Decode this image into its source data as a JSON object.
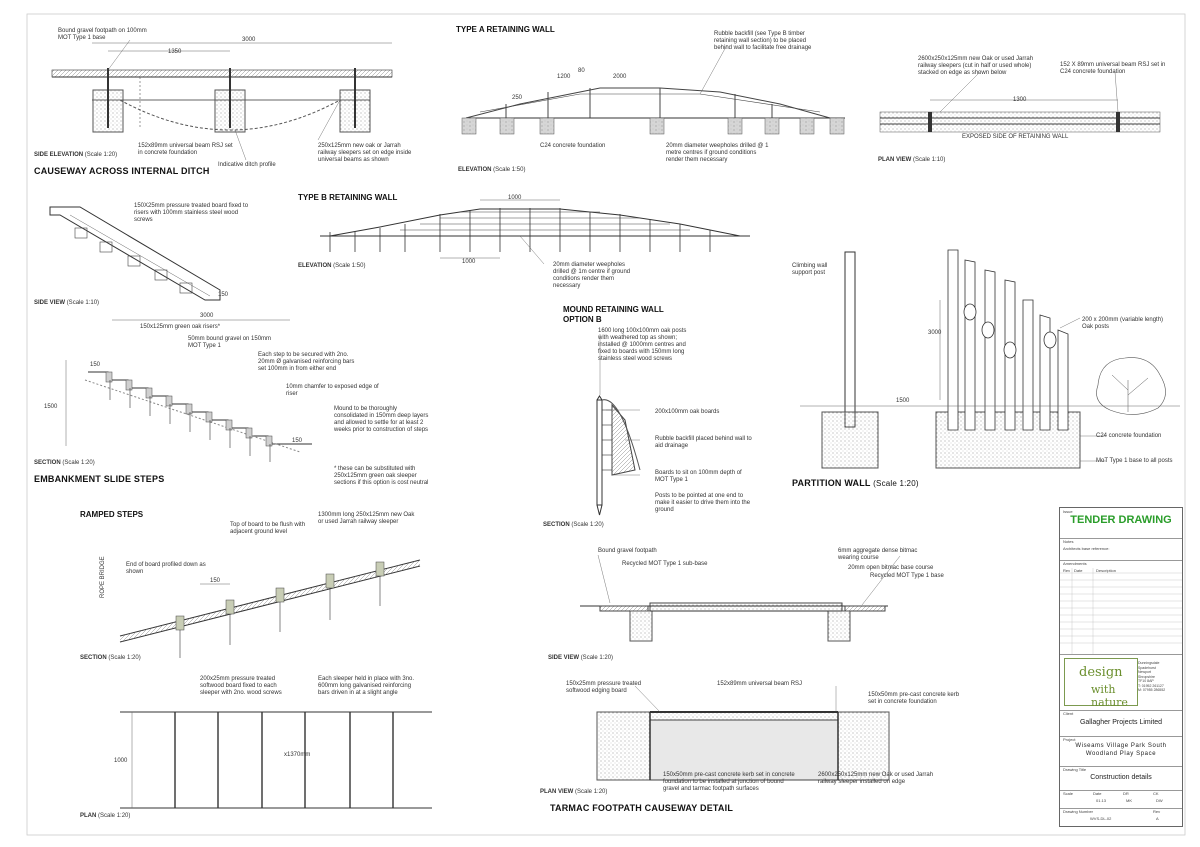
{
  "causeway": {
    "note_top": "Bound gravel footpath on 100mm\nMOT Type 1 base",
    "note_rsj": "152x89mm universal beam RSJ set\nin concrete foundation",
    "note_sleepers": "250x125mm new oak or Jarrah\nrailway sleepers set on edge inside\nuniversal beams as shown",
    "note_ditch": "Indicative ditch profile",
    "caption": "SIDE ELEVATION",
    "scale": "(Scale 1:20)",
    "title": "CAUSEWAY ACROSS INTERNAL DITCH",
    "dims": [
      "1350",
      "3000"
    ]
  },
  "type_a": {
    "title": "TYPE A RETAINING WALL",
    "note_rubble": "Rubble backfill (see Type B timber\nretaining wall section) to be placed\nbehind wall to facilitate free drainage",
    "note_concrete": "C24 concrete foundation",
    "note_weepholes": "20mm diameter weepholes drilled @ 1\nmetre centres if ground conditions\nrender them necessary",
    "caption": "ELEVATION",
    "scale": "(Scale 1:50)",
    "dims": [
      "1200",
      "80",
      "2000",
      "250"
    ]
  },
  "plan_view": {
    "note_sleepers": "2600x250x125mm new Oak or used Jarrah\nrailway sleepers (cut in half or used whole)\nstacked on edge as shown below",
    "note_rsj": "152 X 89mm universal beam RSJ set in\nC24 concrete foundation",
    "exposed": "EXPOSED SIDE OF RETAINING WALL",
    "caption": "PLAN VIEW",
    "scale": "(Scale 1:10)",
    "dims": [
      "1300"
    ]
  },
  "side_view": {
    "note": "150X25mm pressure treated board fixed to\nrisers with 100mm stainless steel wood\nscrews",
    "caption": "SIDE VIEW",
    "scale": "(Scale 1:10)",
    "dims": [
      "150"
    ]
  },
  "type_b": {
    "title": "TYPE B RETAINING WALL",
    "note": "20mm diameter weepholes\ndrilled @ 1m centre if ground\nconditions render them\nnecessary",
    "caption": "ELEVATION",
    "scale": "(Scale 1:50)",
    "dims": [
      "1000",
      "1000"
    ]
  },
  "steps": {
    "note_risers": "150x125mm green oak risers*",
    "note_gravel": "50mm bound gravel on 150mm\nMOT Type 1",
    "note_step": "Each step to be secured with 2no.\n20mm Ø galvanised reinforcing bars\nset 100mm in from either end",
    "note_chamfer": "10mm chamfer to exposed edge of\nriser",
    "note_mound": "Mound to be thoroughly\nconsolidated in 150mm deep layers\nand allowed to settle for at least 2\nweeks prior to construction of steps",
    "note_sub": "* these can be substituted with\n250x125mm green oak sleeper\nsections if this option is cost neutral",
    "caption": "SECTION",
    "scale": "(Scale 1:20)",
    "title": "EMBANKMENT SLIDE STEPS",
    "dims": [
      "3000",
      "1500",
      "150",
      "150"
    ]
  },
  "mound": {
    "title": "MOUND RETAINING WALL\nOPTION B",
    "note_posts": "1600 long 100x100mm oak posts\nwith weathered top as shown;\ninstalled @ 1000mm centres and\nfixed to boards with 150mm long\nstainless steel wood screws",
    "note_boards": "200x100mm oak boards",
    "note_rubble": "Rubble backfill placed behind wall to\naid drainage",
    "note_boards2": "Boards to sit on 100mm depth of\nMOT Type 1",
    "note_posts2": "Posts to be pointed at one end to\nmake it easier to drive them into the\nground",
    "caption": "SECTION",
    "scale": "(Scale 1:20)"
  },
  "partition": {
    "note_climb": "Climbing wall\nsupport post",
    "note_oak": "200 x 200mm (variable length)\nOak posts",
    "note_concrete": "C24 concrete foundation",
    "note_mot": "MoT Type 1 base to all posts",
    "title": "PARTITION WALL",
    "scale": "(Scale 1:20)",
    "dims": [
      "3000",
      "1500"
    ]
  },
  "ramped": {
    "title": "RAMPED STEPS",
    "note_top": "Top of board to be flush with\nadjacent ground level",
    "note_oak": "1300mm long 250x125mm new Oak\nor used Jarrah railway sleeper",
    "note_end": "End of board profiled down as\nshown",
    "rope": "ROPE BRIDGE",
    "caption": "SECTION",
    "scale": "(Scale 1:20)",
    "dims": [
      "150"
    ]
  },
  "plan": {
    "note_board": "200x25mm pressure treated\nsoftwood board fixed to each\nsleeper with 2no. wood screws",
    "note_sleeper": "Each sleeper held in place with 3no.\n600mm long galvanised reinforcing\nbars driven in at a slight angle",
    "caption": "PLAN",
    "scale": "(Scale 1:20)",
    "dims": [
      "1000",
      "x1370mm"
    ]
  },
  "tarmac": {
    "note_gravel": "Bound gravel footpath",
    "note_mot": "Recycled MOT Type 1 sub-base",
    "note_agg": "6mm aggregate dense bitmac\nwearing course",
    "note_base": "20mm open bitmac base course",
    "note_mot2": "Recycled MOT Type 1 base",
    "side_caption": "SIDE VIEW",
    "side_scale": "(Scale 1:20)",
    "note_edging": "150x25mm pressure treated\nsoftwood edging board",
    "note_rsj": "152x89mm universal beam RSJ",
    "note_kerb": "150x50mm pre-cast concrete kerb\nset in concrete foundation",
    "note_kerb2": "150x50mm pre-cast concrete kerb set in concrete\nfoundation to be installed at junction of bound\ngravel and tarmac footpath surfaces",
    "note_sleeper": "2600x250x125mm new Oak or used Jarrah\nrailway sleeper installed on edge",
    "plan_caption": "PLAN VIEW",
    "plan_scale": "(Scale 1:20)",
    "title": "TARMAC FOOTPATH CAUSEWAY DETAIL"
  },
  "title_block": {
    "issue_label": "Issue",
    "tender": "TENDER DRAWING",
    "notes_label": "Notes",
    "notes_text": "Architects base reference:",
    "amend_label": "Amendments",
    "cols": [
      "Rev",
      "Date",
      "Description"
    ],
    "logo_line1": "design",
    "logo_line2": "with nature",
    "address": "Dunningsdale\nSpadehurst\nNewport\nShropshire\nTF10 8AP\nT: 01952 261127\nM: 07955 286552",
    "client_label": "Client",
    "client": "Gallagher Projects Limited",
    "project_label": "Project",
    "project": "Wiseams Village Park South\nWoodland Play Space",
    "drawing_title_label": "Drawing Title",
    "drawing_title": "Construction details",
    "scale_label": "Scale",
    "date_label": "Date",
    "date": "01.13",
    "dr_label": "DR",
    "dr": "MK",
    "ck_label": "CK",
    "ck": "DW",
    "number_label": "Drawing Number",
    "number": "WVS-DL-02",
    "rev_label": "Rev",
    "rev": "A"
  }
}
